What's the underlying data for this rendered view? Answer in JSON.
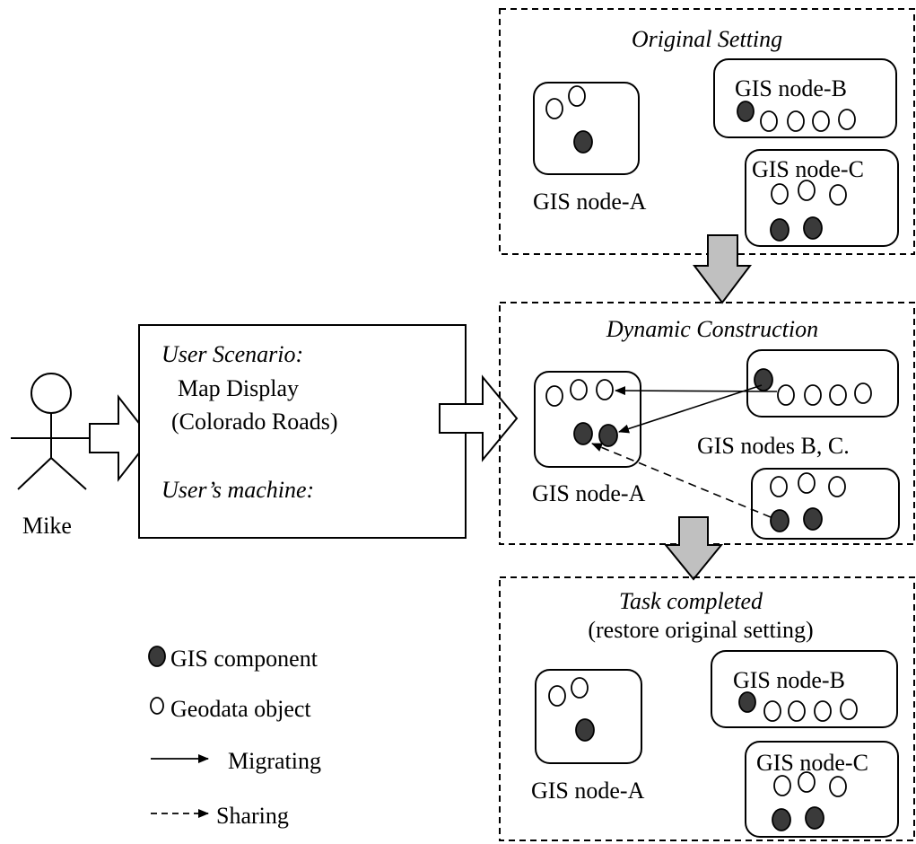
{
  "actor": {
    "name": "Mike"
  },
  "user_box": {
    "scenario_label": "User Scenario:",
    "scenario_line1": "Map Display",
    "scenario_line2": "(Colorado Roads)",
    "machine_label": "User’s machine:"
  },
  "panels": {
    "original": {
      "title": "Original Setting",
      "node_a": "GIS node-A",
      "node_b": "GIS node-B",
      "node_c": "GIS node-C"
    },
    "dynamic": {
      "title": "Dynamic Construction",
      "node_a": "GIS node-A",
      "nodes_bc": "GIS nodes B, C."
    },
    "completed": {
      "title": "Task completed",
      "subtitle": "(restore original setting)",
      "node_a": "GIS node-A",
      "node_b": "GIS node-B",
      "node_c": "GIS node-C"
    }
  },
  "legend": {
    "component": "GIS component",
    "geodata": "Geodata object",
    "migrating": "Migrating",
    "sharing": "Sharing"
  }
}
